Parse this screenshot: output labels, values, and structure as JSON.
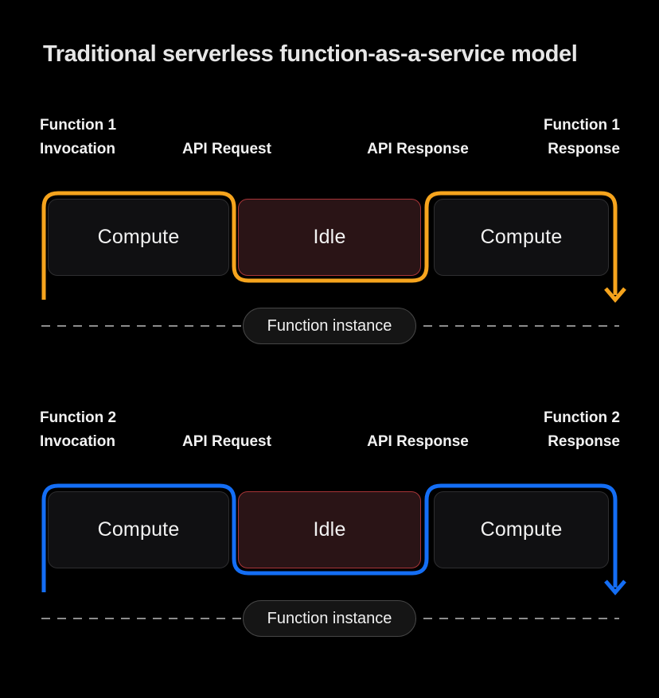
{
  "title": "Traditional serverless function-as-a-service model",
  "colors": {
    "background": "#000000",
    "dash_line": "#8c8c8c",
    "idle_border": "#a93538",
    "idle_fill": "#2a1416",
    "compute_fill": "#101012",
    "compute_border": "#2e2e30"
  },
  "rows": [
    {
      "fn_label": "Function 1",
      "invocation_label": "Invocation",
      "api_request_label": "API Request",
      "api_response_label": "API Response",
      "fn_response_label": "Function 1",
      "response_label": "Response",
      "compute1_label": "Compute",
      "idle_label": "Idle",
      "compute2_label": "Compute",
      "instance_label": "Function instance",
      "accent_color": "#f6a41d"
    },
    {
      "fn_label": "Function 2",
      "invocation_label": "Invocation",
      "api_request_label": "API Request",
      "api_response_label": "API Response",
      "fn_response_label": "Function 2",
      "response_label": "Response",
      "compute1_label": "Compute",
      "idle_label": "Idle",
      "compute2_label": "Compute",
      "instance_label": "Function instance",
      "accent_color": "#146ef5"
    }
  ]
}
